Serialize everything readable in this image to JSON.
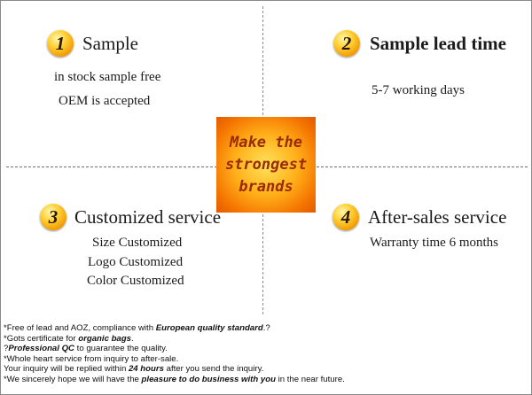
{
  "center": {
    "lines": [
      "Make the",
      "strongest",
      "brands"
    ]
  },
  "sections": [
    {
      "num": "1",
      "title": "Sample",
      "lines": [
        "in stock sample free",
        "OEM is accepted"
      ]
    },
    {
      "num": "2",
      "title": "Sample lead time",
      "lines": [
        "5-7 working days"
      ]
    },
    {
      "num": "3",
      "title": "Customized service",
      "lines": [
        "Size Customized",
        "Logo Customized",
        "Color Customized"
      ]
    },
    {
      "num": "4",
      "title": "After-sales service",
      "lines": [
        "Warranty time 6 months"
      ]
    }
  ],
  "notes": [
    {
      "pre": "*Free of lead and AOZ, compliance with ",
      "em": "European quality standard",
      "post": ".?"
    },
    {
      "pre": "*Gots certificate for ",
      "em": "organic bags",
      "post": "."
    },
    {
      "pre": "?",
      "em": "Professional QC",
      "post": " to guarantee the quality."
    },
    {
      "pre": "*Whole heart service from inquiry to after-sale.",
      "em": "",
      "post": ""
    },
    {
      "pre": "Your inquiry will be replied within ",
      "em": "24 hours",
      "post": " after you send the inquiry."
    },
    {
      "pre": "*We sincerely hope we will have the ",
      "em": "pleasure to do business with you",
      "post": " in the near future."
    }
  ]
}
